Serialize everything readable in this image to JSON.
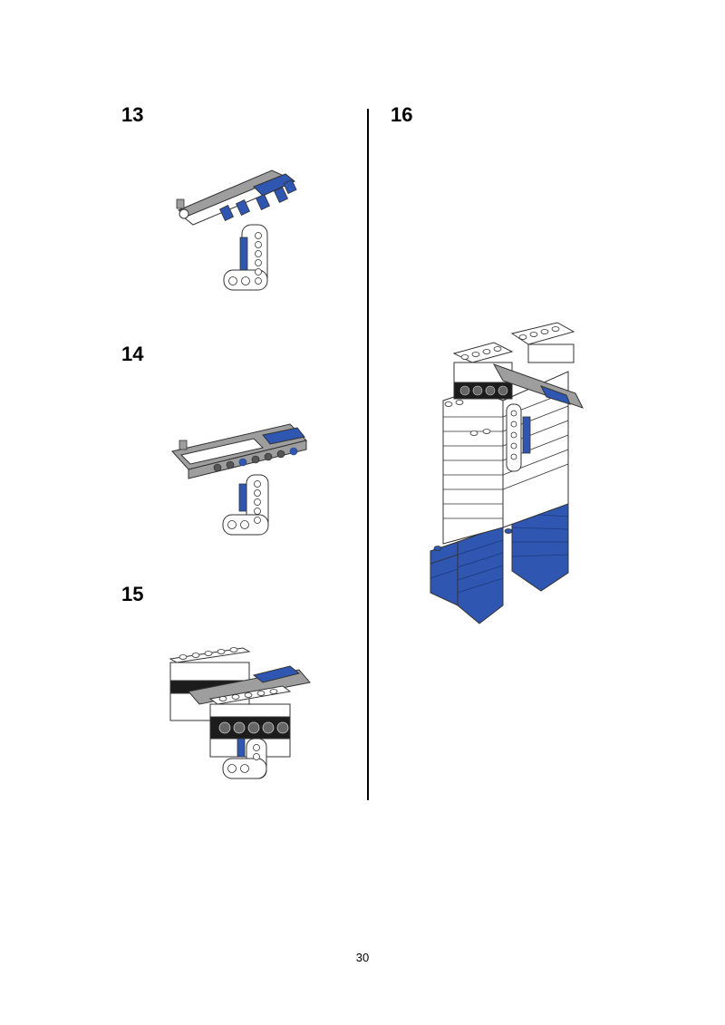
{
  "steps": [
    {
      "number": "13"
    },
    {
      "number": "14"
    },
    {
      "number": "15"
    },
    {
      "number": "16"
    }
  ],
  "page_number": "30",
  "colors": {
    "blue": "#2f56b0",
    "white": "#ffffff",
    "gray": "#9e9e9e",
    "light_gray": "#d6d6d6",
    "black": "#1c1c1c",
    "outline": "#333333"
  }
}
